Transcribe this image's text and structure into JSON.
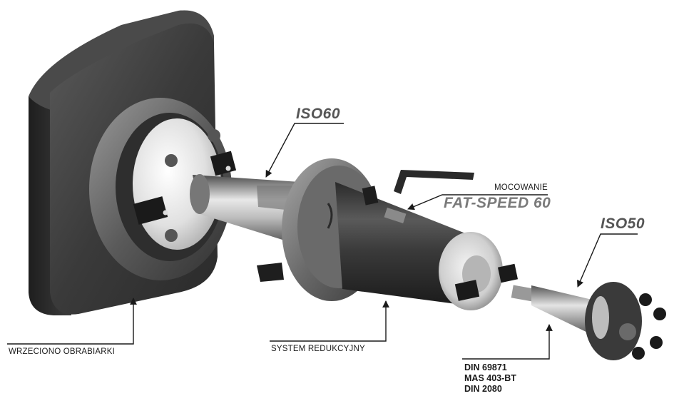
{
  "labels": {
    "iso60": "ISO60",
    "mocowanie": "MOCOWANIE",
    "fat_speed": "FAT-SPEED 60",
    "iso50": "ISO50",
    "wrzeciono": "WRZECIONO OBRABIARKI",
    "system": "SYSTEM REDUKCYJNY",
    "standards": [
      "DIN 69871",
      "MAS 403-BT",
      "DIN 2080"
    ]
  }
}
